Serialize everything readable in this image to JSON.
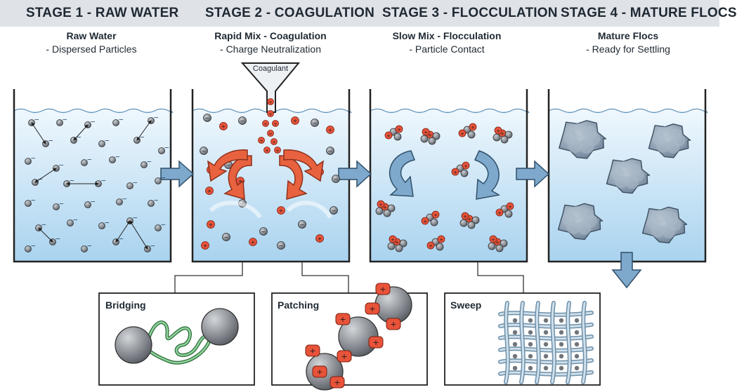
{
  "stages": [
    {
      "title": "STAGE 1 - RAW WATER",
      "subtitle": "Raw Water",
      "description": "- Dispersed Particles"
    },
    {
      "title": "STAGE 2 - COAGULATION",
      "subtitle": "Rapid Mix - Coagulation",
      "description": "- Charge Neutralization"
    },
    {
      "title": "STAGE 3 - FLOCCULATION",
      "subtitle": "Slow Mix - Flocculation",
      "description": "- Particle Contact"
    },
    {
      "title": "STAGE 4 - MATURE FLOCS",
      "subtitle": "Mature Flocs",
      "description": "- Ready for Settling"
    }
  ],
  "coagulant_label": "Coagulant",
  "mechanisms": [
    {
      "label": "Bridging"
    },
    {
      "label": "Patching"
    },
    {
      "label": "Sweep"
    }
  ],
  "colors": {
    "header_bg": "#dfe3e7",
    "water_top": "#eef7fd",
    "water_bottom": "#a9d3ef",
    "particle": "#8a8f96",
    "coagulant": "#e8533a",
    "arrow_blue": "#6e9fc4",
    "arrow_orange": "#e8623f",
    "polymer": "#5fae6e",
    "floc": "#8fa3b5"
  }
}
